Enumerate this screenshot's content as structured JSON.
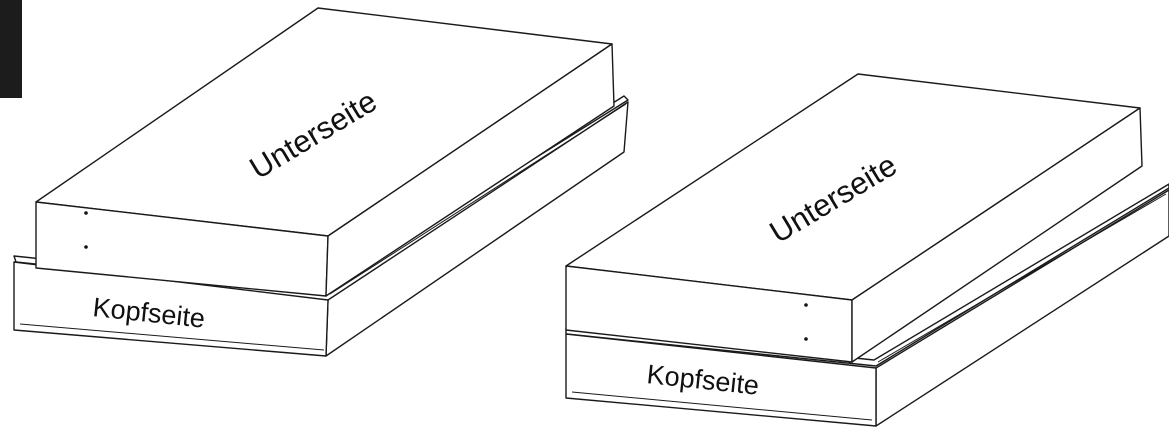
{
  "figures": [
    {
      "top_label": "Unterseite",
      "front_label": "Kopfseite"
    },
    {
      "top_label": "Unterseite",
      "front_label": "Kopfseite"
    }
  ],
  "colors": {
    "line": "#1a1a1a",
    "background": "#ffffff",
    "tab": "#1c1c1c"
  }
}
